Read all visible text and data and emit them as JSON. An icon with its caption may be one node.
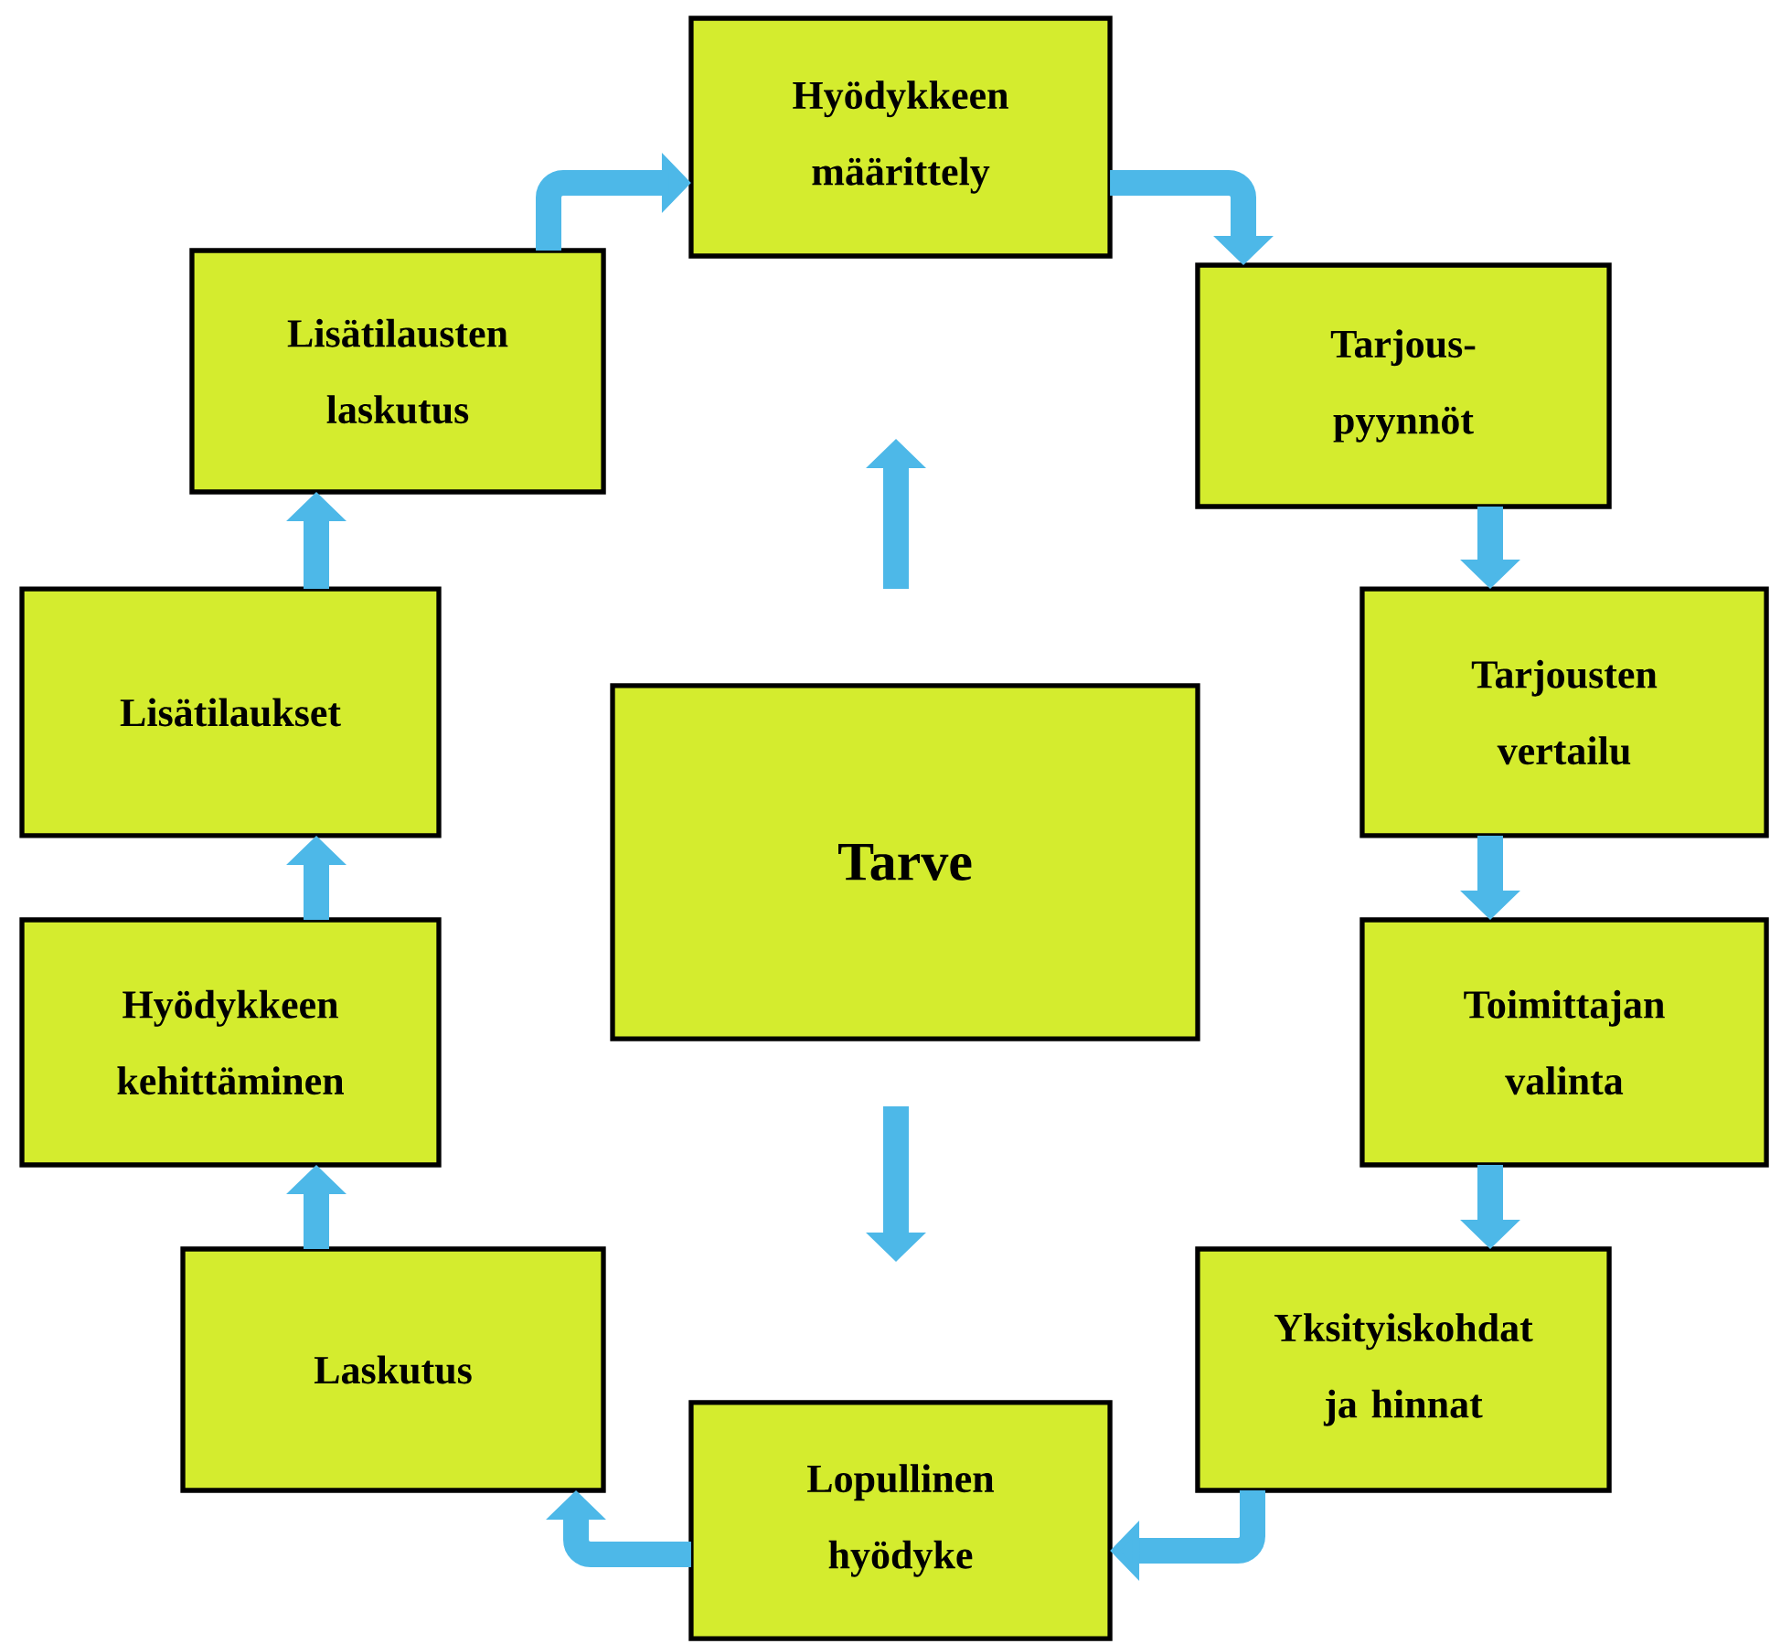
{
  "diagram": {
    "nodes": [
      {
        "text": [
          "Hyödykkeen määrittely"
        ]
      },
      {
        "text": [
          "Tarjous- pyynnöt"
        ]
      },
      {
        "text": [
          "Tarjousten vertailu"
        ]
      },
      {
        "text": [
          "Toimittajan valinta"
        ]
      },
      {
        "text": [
          "Yksityiskohdat ja hinnat"
        ]
      },
      {
        "text": [
          "Lopullinen hyödyke"
        ]
      },
      {
        "text": [
          "Laskutus"
        ]
      },
      {
        "text": [
          "Hyödykkeen kehittäminen"
        ]
      },
      {
        "text": [
          "Lisätilaukset"
        ]
      },
      {
        "text": [
          "Lisätilausten laskutus"
        ]
      },
      {
        "text": [
          "Tarve"
        ]
      }
    ],
    "edges": [
      {
        "from": 0,
        "to": 1,
        "arrow": "to"
      },
      {
        "from": 1,
        "to": 2,
        "arrow": "to"
      },
      {
        "from": 2,
        "to": 3,
        "arrow": "to"
      },
      {
        "from": 3,
        "to": 4,
        "arrow": "to"
      },
      {
        "from": 4,
        "to": 5,
        "arrow": "to"
      },
      {
        "from": 5,
        "to": 6,
        "arrow": "to"
      },
      {
        "from": 6,
        "to": 7,
        "arrow": "to"
      },
      {
        "from": 7,
        "to": 8,
        "arrow": "to"
      },
      {
        "from": 8,
        "to": 9,
        "arrow": "to"
      },
      {
        "from": 9,
        "to": 0,
        "arrow": "to"
      }
    ]
  }
}
